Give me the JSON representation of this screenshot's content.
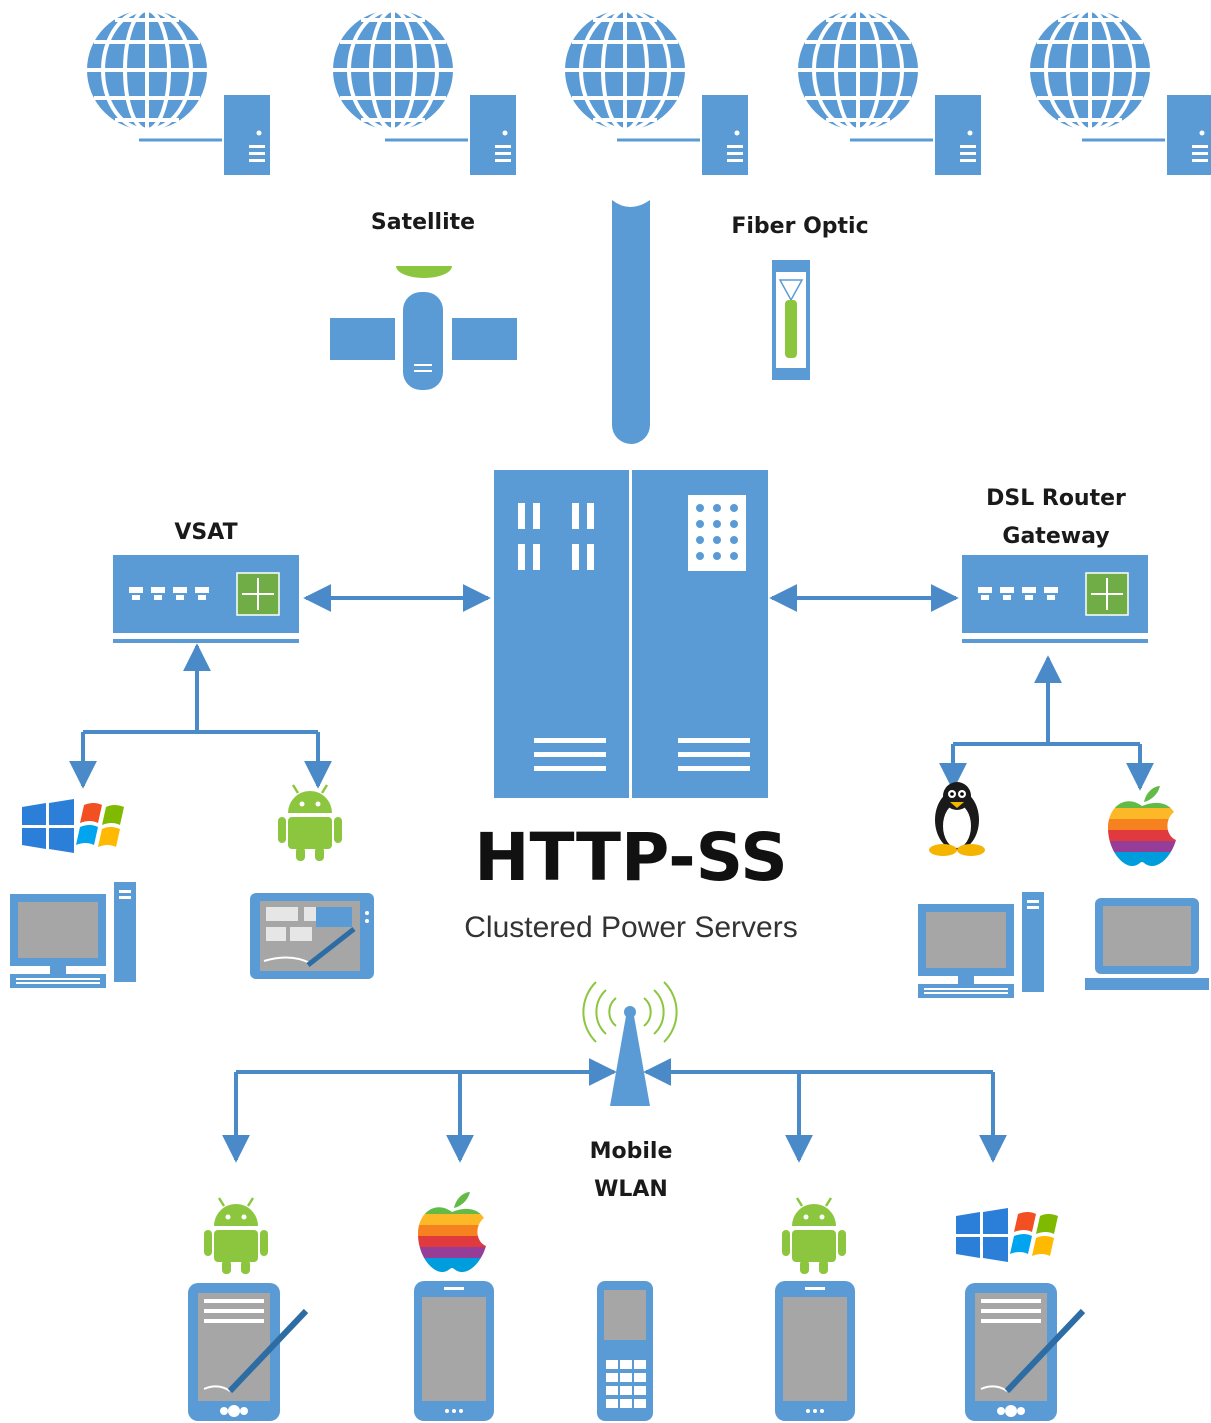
{
  "title": "HTTP-SS",
  "subtitle": "Clustered Power Servers",
  "labels": {
    "satellite": "Satellite",
    "fiber_optic": "Fiber Optic",
    "vsat": "VSAT",
    "dsl_line1": "DSL Router",
    "dsl_line2": "Gateway",
    "mobile_line1": "Mobile",
    "mobile_line2": "WLAN"
  },
  "colors": {
    "primary_blue": "#5b9bd5",
    "line_blue": "#4a8ac8",
    "router_green": "#70ad47",
    "android_green": "#8cc63f",
    "screen_gray": "#a6a6a6"
  },
  "icons": {
    "internet_nodes": [
      "globe-server-icon",
      "globe-server-icon",
      "globe-server-icon",
      "globe-server-icon",
      "globe-server-icon"
    ],
    "left_clients": [
      "windows-icon",
      "android-icon",
      "desktop-pc-icon",
      "tablet-icon"
    ],
    "right_clients": [
      "linux-icon",
      "apple-icon",
      "desktop-pc-icon",
      "laptop-icon"
    ],
    "mobile_clients": [
      "android-icon",
      "apple-icon",
      "android-icon",
      "windows-icon",
      "pda-icon",
      "smartphone-icon",
      "feature-phone-icon",
      "smartphone-icon",
      "pda-icon"
    ]
  }
}
